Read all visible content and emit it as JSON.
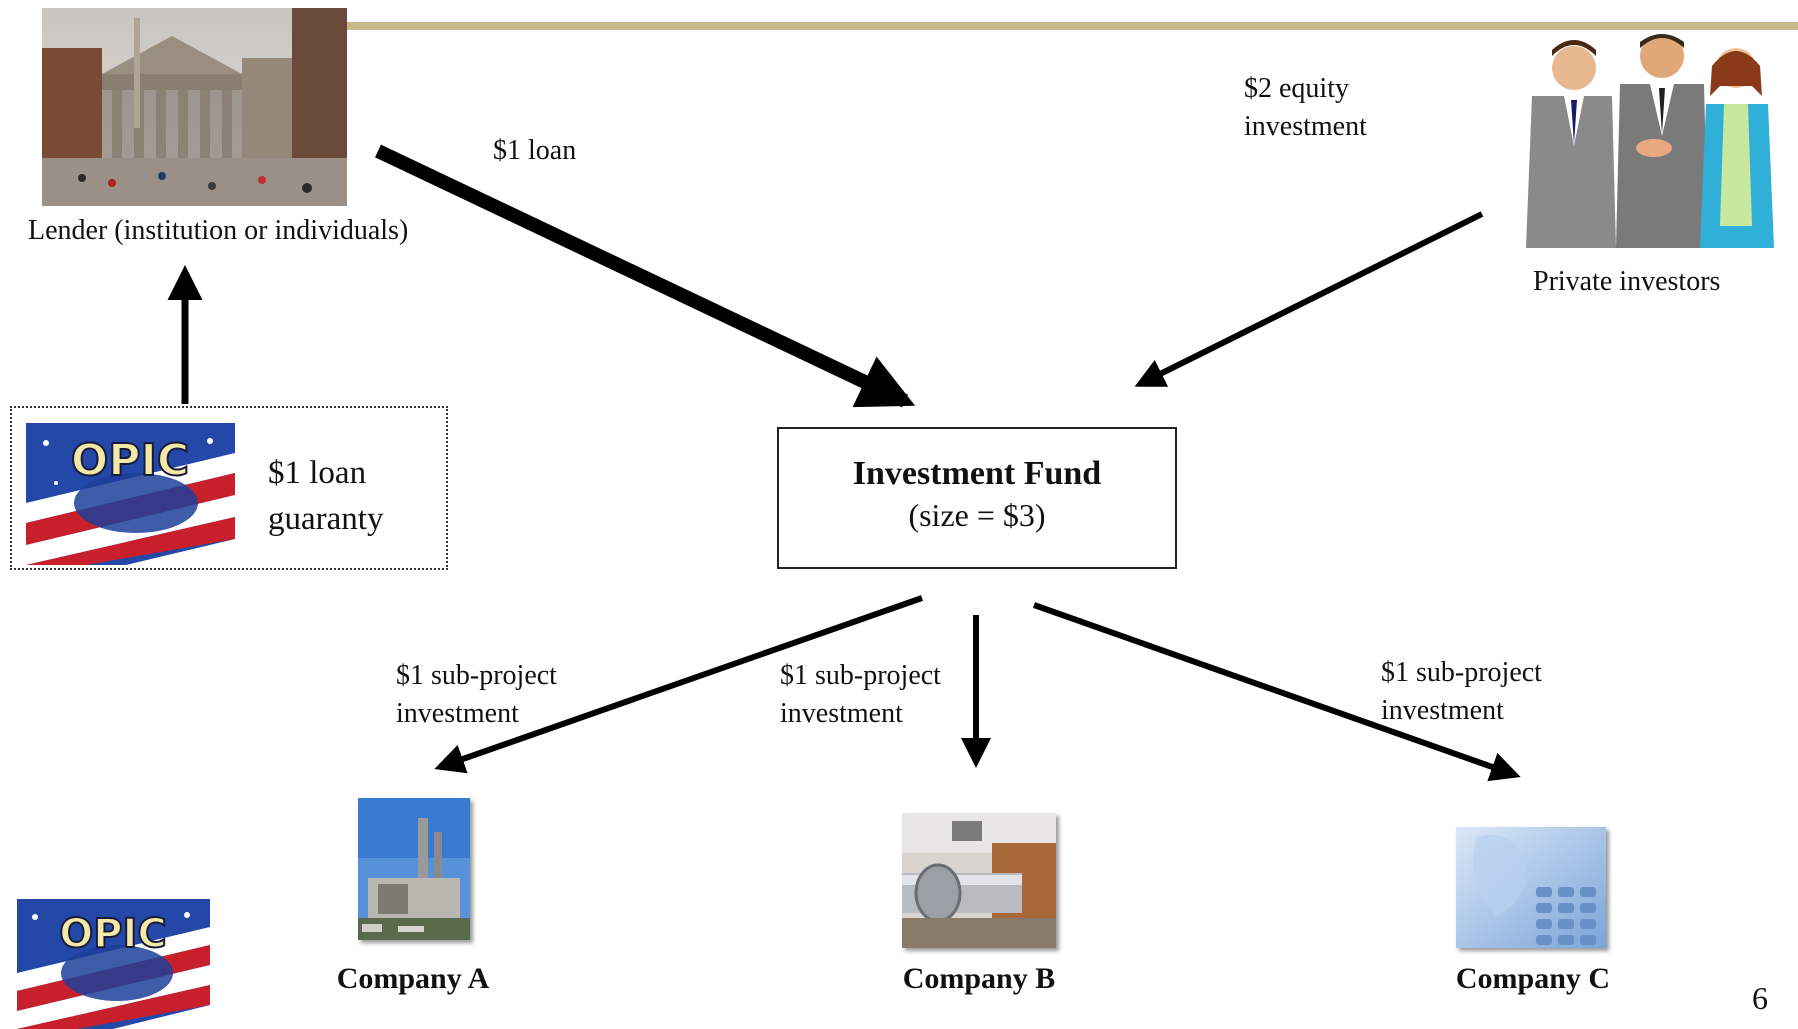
{
  "colors": {
    "rule": "#c8b98c",
    "arrow": "#000000",
    "flag_red": "#c8202a",
    "flag_blue": "#2348a8",
    "opic_yellow": "#f2e8a8"
  },
  "header": {
    "rule": "gold-horizontal-rule"
  },
  "lender": {
    "caption": "Lender (institution or individuals)",
    "image": "pantheon-building"
  },
  "investors": {
    "caption": "Private investors",
    "image": "business-handshake-clipart"
  },
  "flows": {
    "loan": "$1 loan",
    "equity_line1": "$2 equity",
    "equity_line2": "investment",
    "guaranty_line1": "$1 loan",
    "guaranty_line2": "guaranty",
    "sub_a_line1": "$1 sub-project",
    "sub_a_line2": "investment",
    "sub_b_line1": "$1 sub-project",
    "sub_b_line2": "investment",
    "sub_c_line1": "$1 sub-project",
    "sub_c_line2": "investment"
  },
  "fund": {
    "title": "Investment Fund",
    "size": "(size = $3)"
  },
  "opic_logo": {
    "text": "OPIC"
  },
  "companies": [
    {
      "name": "Company A",
      "image": "power-plant-photo"
    },
    {
      "name": "Company B",
      "image": "pipeline-photo"
    },
    {
      "name": "Company C",
      "image": "telephone-keypad-photo"
    }
  ],
  "footer": {
    "page_number": "6"
  }
}
